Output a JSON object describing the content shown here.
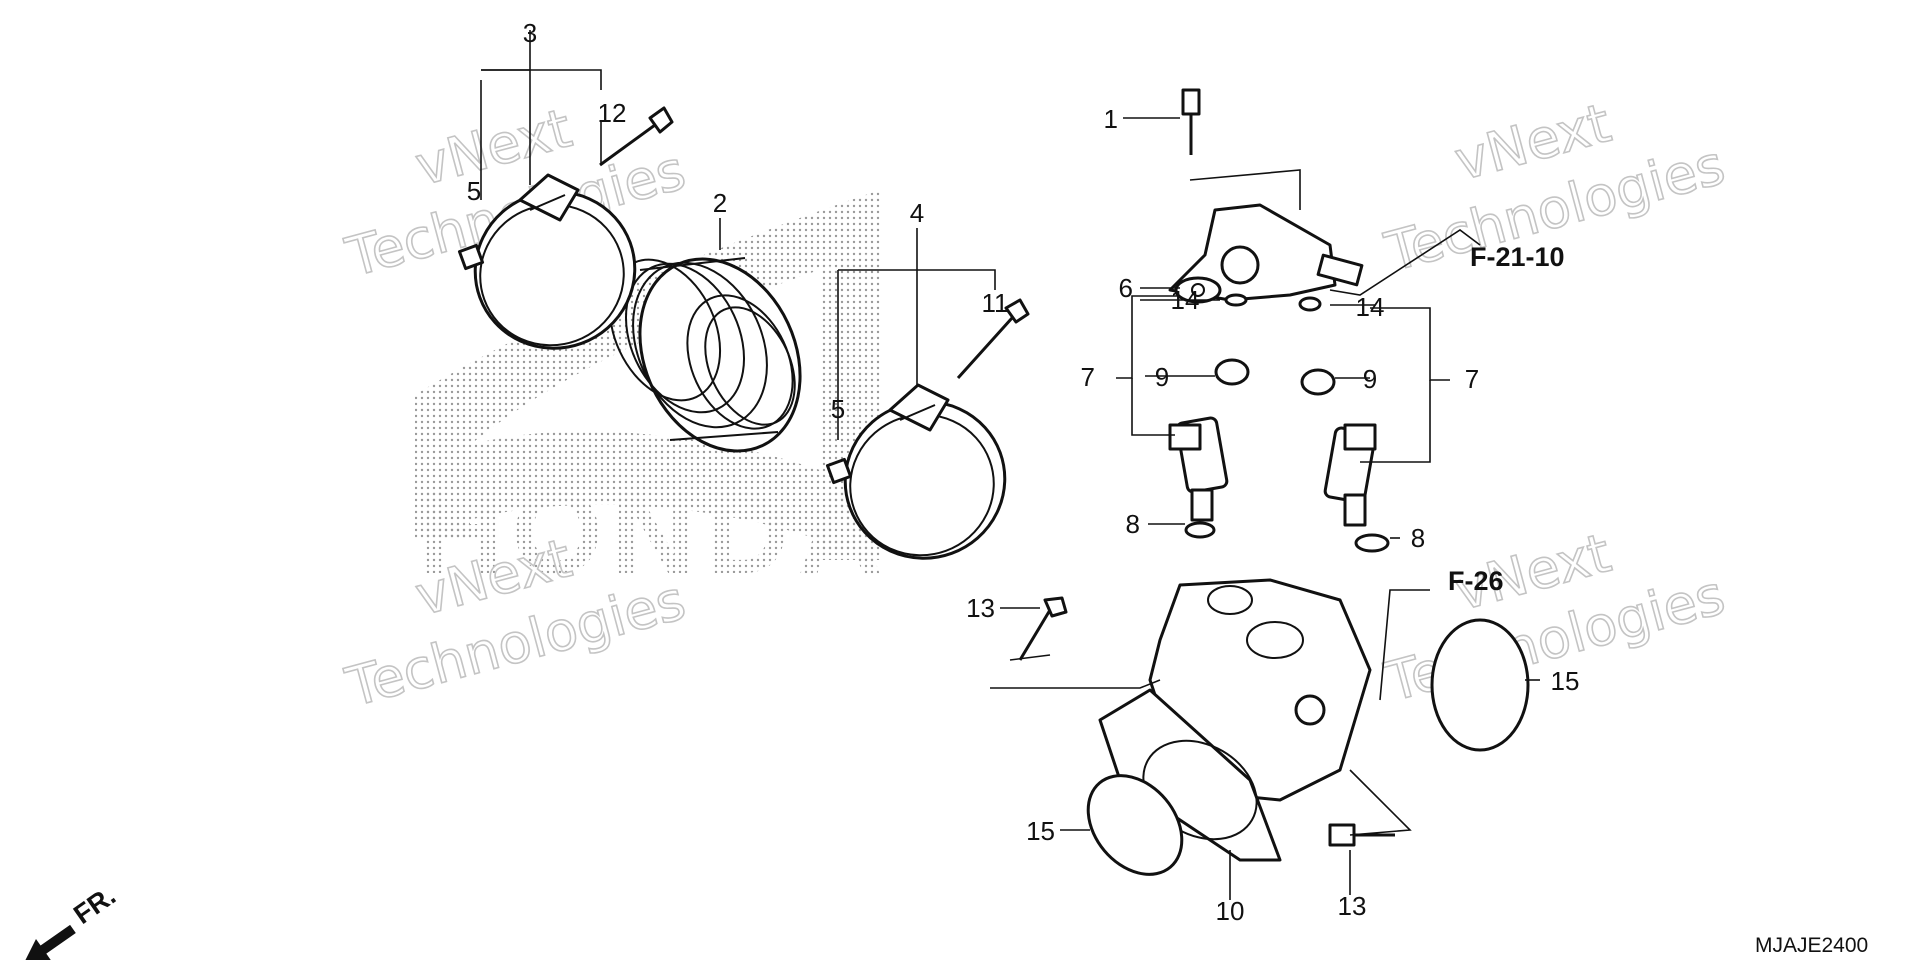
{
  "callouts": {
    "c1": "1",
    "c2": "2",
    "c3": "3",
    "c4": "4",
    "c5a": "5",
    "c5b": "5",
    "c6": "6",
    "c7a": "7",
    "c7b": "7",
    "c8a": "8",
    "c8b": "8",
    "c9a": "9",
    "c9b": "9",
    "c10": "10",
    "c11": "11",
    "c12": "12",
    "c13a": "13",
    "c13b": "13",
    "c14a": "14",
    "c14b": "14",
    "c15a": "15",
    "c15b": "15"
  },
  "references": {
    "ref_fuel": "F-21-10",
    "ref_f26": "F-26"
  },
  "diagram_code": "MJAJE2400",
  "front_indicator": "FR.",
  "watermark": {
    "line1": "vNext",
    "line2": "Technologies"
  },
  "brand_mark": "HONDA",
  "colors": {
    "ink": "#111111",
    "watermark": "#c4c4c4",
    "stipple": "#9a9a9a"
  }
}
